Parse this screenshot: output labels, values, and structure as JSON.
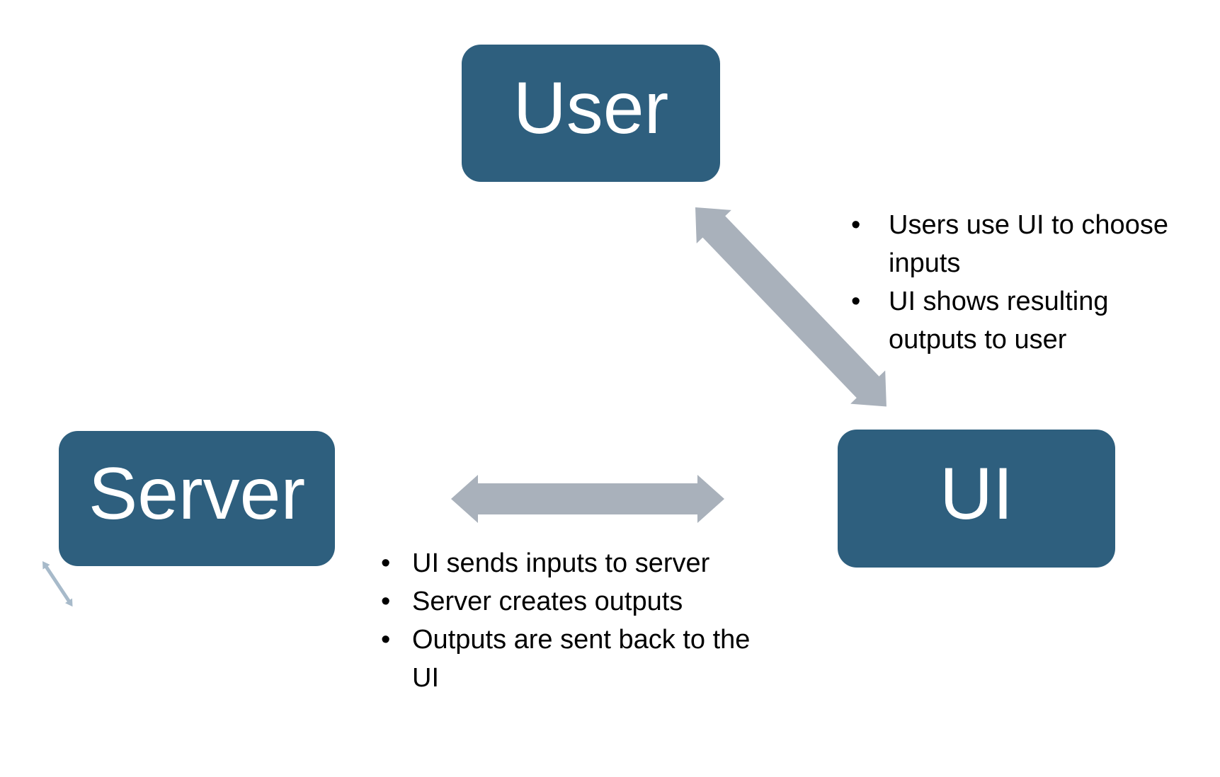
{
  "colors": {
    "background": "#ffffff",
    "box_fill": "#2e5f7e",
    "box_text": "#ffffff",
    "arrow_fill": "#a9b1bb",
    "mini_arrow_fill": "#a7baca",
    "annotation_text": "#000000"
  },
  "nodes": {
    "user": {
      "label": "User"
    },
    "server": {
      "label": "Server"
    },
    "ui": {
      "label": "UI"
    }
  },
  "connectors": {
    "user_ui": {
      "type": "double-arrow",
      "from": "User",
      "to": "UI"
    },
    "server_ui": {
      "type": "double-arrow",
      "from": "Server",
      "to": "UI"
    }
  },
  "annotations": {
    "bullet_char": "•",
    "user_ui": {
      "bullets": [
        {
          "lines": [
            "Users use UI to choose",
            "inputs"
          ]
        },
        {
          "lines": [
            "UI shows resulting",
            "outputs to user"
          ]
        }
      ]
    },
    "server_ui": {
      "bullets": [
        {
          "lines": [
            "UI sends inputs to server"
          ]
        },
        {
          "lines": [
            "Server creates outputs"
          ]
        },
        {
          "lines": [
            "Outputs are sent back to the",
            "UI"
          ]
        }
      ]
    }
  }
}
